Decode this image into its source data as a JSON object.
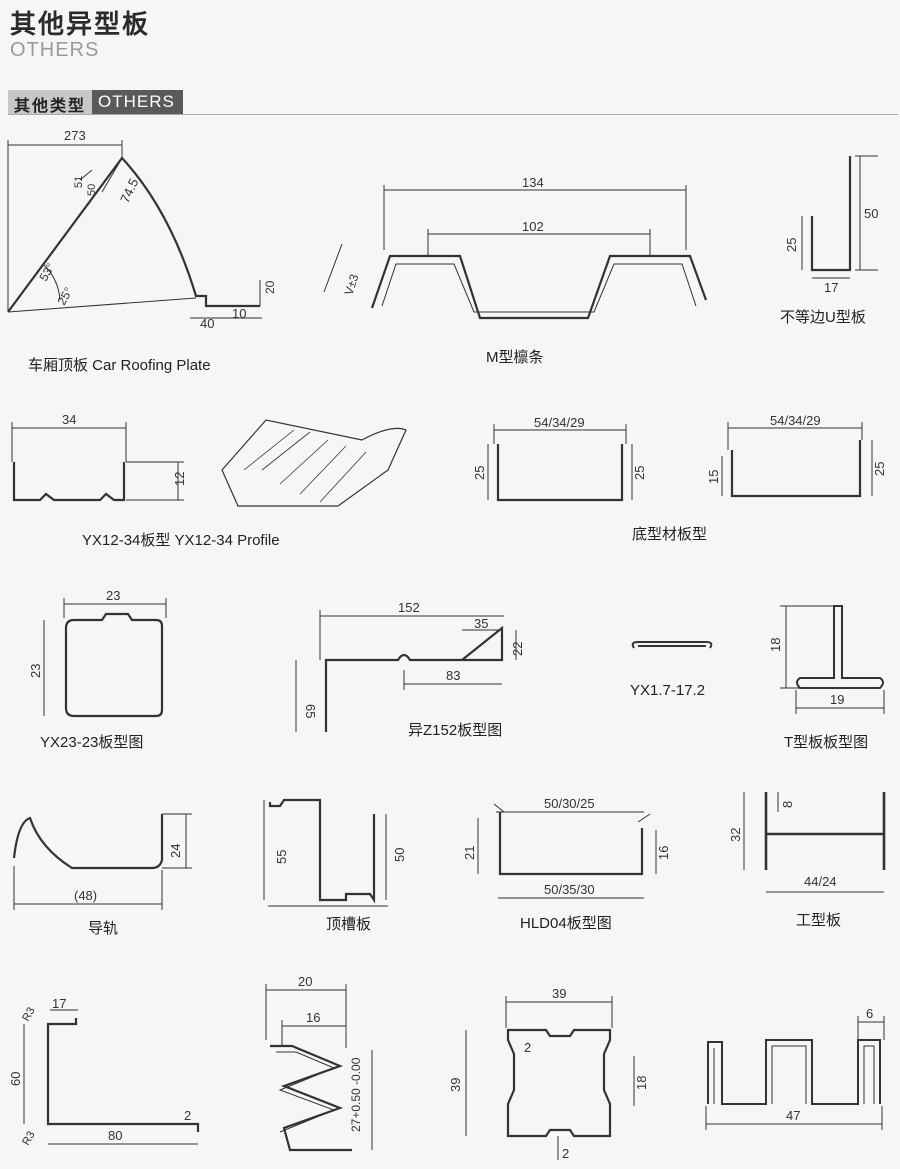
{
  "header": {
    "title": "其他异型板",
    "subtitle": "OTHERS"
  },
  "section": {
    "label_zh": "其他类型",
    "label_en": "OTHERS"
  },
  "captions": {
    "car_roof": "车厢顶板 Car Roofing Plate",
    "m_purlin": "M型檩条",
    "u_plate": "不等边U型板",
    "yx12": "YX12-34板型 YX12-34 Profile",
    "bottom": "底型材板型",
    "yx23": "YX23-23板型图",
    "z152": "异Z152板型图",
    "yx17": "YX1.7-17.2",
    "t_plate": "T型板板型图",
    "rail": "导轨",
    "top_groove": "顶槽板",
    "hld04": "HLD04板型图",
    "i_plate": "工型板"
  },
  "dims": {
    "car": [
      "273",
      "51",
      "50",
      "74.5",
      "53°",
      "25°",
      "20",
      "40",
      "10"
    ],
    "m": [
      "134",
      "102",
      "V±3"
    ],
    "u": [
      "50",
      "25",
      "17"
    ],
    "yx12": [
      "34",
      "12"
    ],
    "bottom1": [
      "54/34/29",
      "25",
      "25"
    ],
    "bottom2": [
      "54/34/29",
      "15",
      "25"
    ],
    "yx23": [
      "23",
      "23"
    ],
    "z": [
      "152",
      "35",
      "22",
      "83",
      "65"
    ],
    "t": [
      "18",
      "19"
    ],
    "rail": [
      "24",
      "(48)"
    ],
    "groove": [
      "55",
      "50"
    ],
    "hld": [
      "50/30/25",
      "21",
      "16",
      "50/35/30"
    ],
    "i": [
      "8",
      "32",
      "44/24"
    ],
    "l": [
      "17",
      "R3",
      "60",
      "R3",
      "80",
      "2"
    ],
    "w": [
      "20",
      "16",
      "27+0.50 -0.00"
    ],
    "sq": [
      "39",
      "2",
      "39",
      "18",
      "2"
    ],
    "hat": [
      "6",
      "47"
    ]
  }
}
